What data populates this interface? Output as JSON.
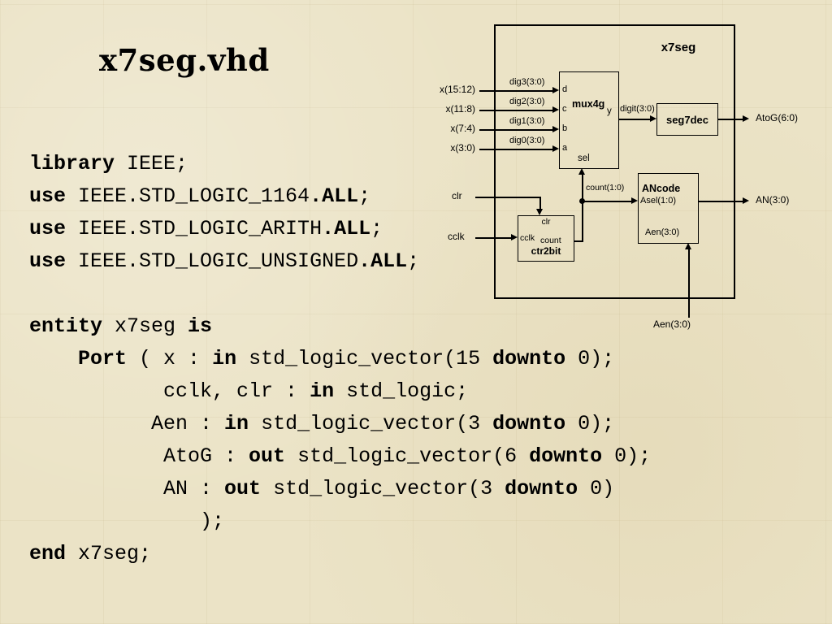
{
  "slide": {
    "title": "x7seg.vhd"
  },
  "code": {
    "lines": [
      [
        {
          "t": "library",
          "b": 1
        },
        {
          "t": " IEEE;",
          "b": 0
        }
      ],
      [
        {
          "t": "use",
          "b": 1
        },
        {
          "t": " IEEE.STD_LOGIC_1164",
          "b": 0
        },
        {
          "t": ".ALL",
          "b": 1
        },
        {
          "t": ";",
          "b": 0
        }
      ],
      [
        {
          "t": "use",
          "b": 1
        },
        {
          "t": " IEEE.STD_LOGIC_ARITH",
          "b": 0
        },
        {
          "t": ".ALL",
          "b": 1
        },
        {
          "t": ";",
          "b": 0
        }
      ],
      [
        {
          "t": "use",
          "b": 1
        },
        {
          "t": " IEEE.STD_LOGIC_UNSIGNED",
          "b": 0
        },
        {
          "t": ".ALL",
          "b": 1
        },
        {
          "t": ";",
          "b": 0
        }
      ],
      [],
      [
        {
          "t": "entity",
          "b": 1
        },
        {
          "t": " x7seg ",
          "b": 0
        },
        {
          "t": "is",
          "b": 1
        }
      ],
      [
        {
          "t": "    ",
          "b": 0
        },
        {
          "t": "Port",
          "b": 1
        },
        {
          "t": " ( x : ",
          "b": 0
        },
        {
          "t": "in",
          "b": 1
        },
        {
          "t": " std_logic_vector(15 ",
          "b": 0
        },
        {
          "t": "downto",
          "b": 1
        },
        {
          "t": " 0);",
          "b": 0
        }
      ],
      [
        {
          "t": "           cclk, clr : ",
          "b": 0
        },
        {
          "t": "in",
          "b": 1
        },
        {
          "t": " std_logic;",
          "b": 0
        }
      ],
      [
        {
          "t": "          Aen : ",
          "b": 0
        },
        {
          "t": "in",
          "b": 1
        },
        {
          "t": " std_logic_vector(3 ",
          "b": 0
        },
        {
          "t": "downto",
          "b": 1
        },
        {
          "t": " 0);",
          "b": 0
        }
      ],
      [
        {
          "t": "           AtoG : ",
          "b": 0
        },
        {
          "t": "out",
          "b": 1
        },
        {
          "t": " std_logic_vector(6 ",
          "b": 0
        },
        {
          "t": "downto",
          "b": 1
        },
        {
          "t": " 0);",
          "b": 0
        }
      ],
      [
        {
          "t": "           AN : ",
          "b": 0
        },
        {
          "t": "out",
          "b": 1
        },
        {
          "t": " std_logic_vector(3 ",
          "b": 0
        },
        {
          "t": "downto",
          "b": 1
        },
        {
          "t": " 0)",
          "b": 0
        }
      ],
      [
        {
          "t": "              );",
          "b": 0
        }
      ],
      [
        {
          "t": "end",
          "b": 1
        },
        {
          "t": " x7seg;",
          "b": 0
        }
      ]
    ]
  },
  "diagram": {
    "title": "x7seg",
    "inputs": {
      "x3": "x(15:12)",
      "x2": "x(11:8)",
      "x1": "x(7:4)",
      "x0": "x(3:0)",
      "clr": "clr",
      "cclk": "cclk",
      "aen": "Aen(3:0)"
    },
    "wires": {
      "dig3": "dig3(3:0)",
      "dig2": "dig2(3:0)",
      "dig1": "dig1(3:0)",
      "dig0": "dig0(3:0)",
      "digit": "digit(3:0)",
      "count": "count(1:0)"
    },
    "outputs": {
      "atog": "AtoG(6:0)",
      "an": "AN(3:0)"
    },
    "mux": {
      "name": "mux4g",
      "pins": {
        "d": "d",
        "c": "c",
        "b": "b",
        "a": "a",
        "y": "y",
        "sel": "sel"
      }
    },
    "seg": {
      "name": "seg7dec"
    },
    "ctr": {
      "name": "ctr2bit",
      "pins": {
        "clr": "clr",
        "cclk": "cclk",
        "count": "count"
      }
    },
    "anc": {
      "name": "ANcode",
      "pins": {
        "asel": "Asel(1:0)",
        "aen": "Aen(3:0)"
      }
    }
  }
}
